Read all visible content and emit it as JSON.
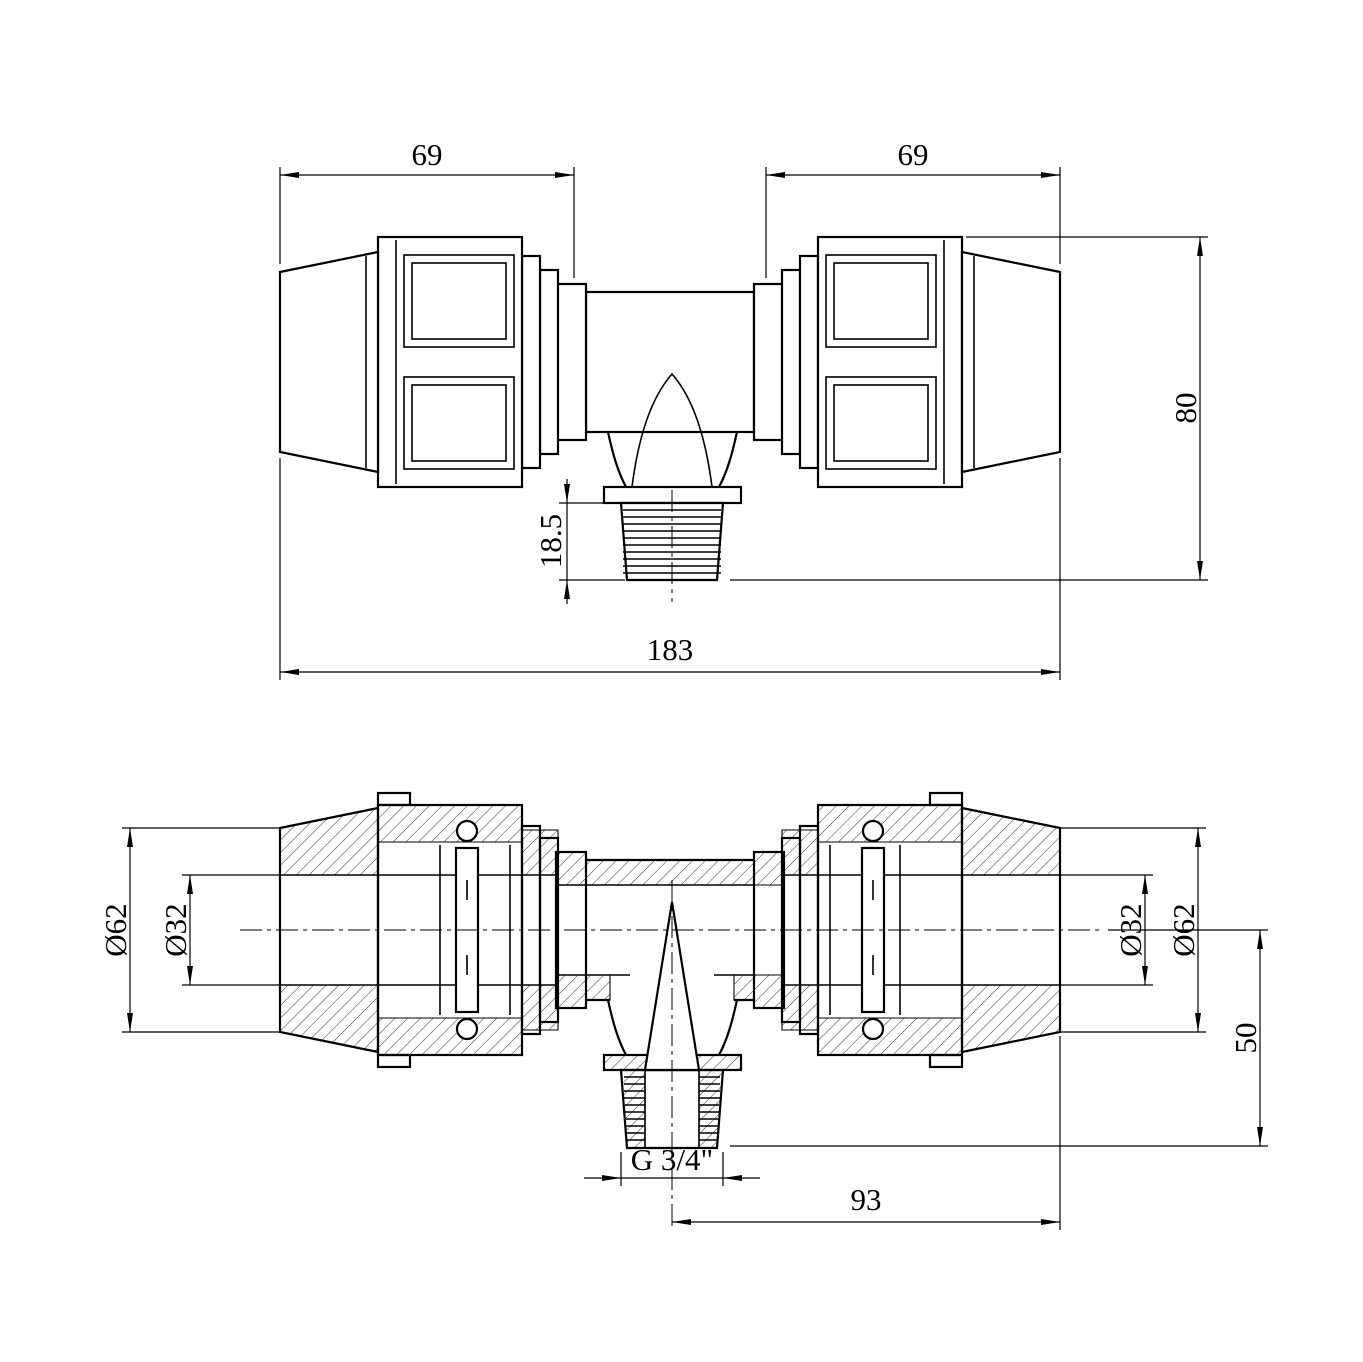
{
  "drawing": {
    "background": "#ffffff",
    "line_color": "#000000",
    "dimensions": {
      "left_end_length": "69",
      "right_end_length": "69",
      "overall_height": "80",
      "thread_length": "18.5",
      "overall_length": "183",
      "left_outer_diameter": "Ø62",
      "left_inner_diameter": "Ø32",
      "right_inner_diameter": "Ø32",
      "right_outer_diameter": "Ø62",
      "branch_height": "50",
      "thread_spec": "G 3/4\"",
      "branch_to_end": "93"
    }
  }
}
